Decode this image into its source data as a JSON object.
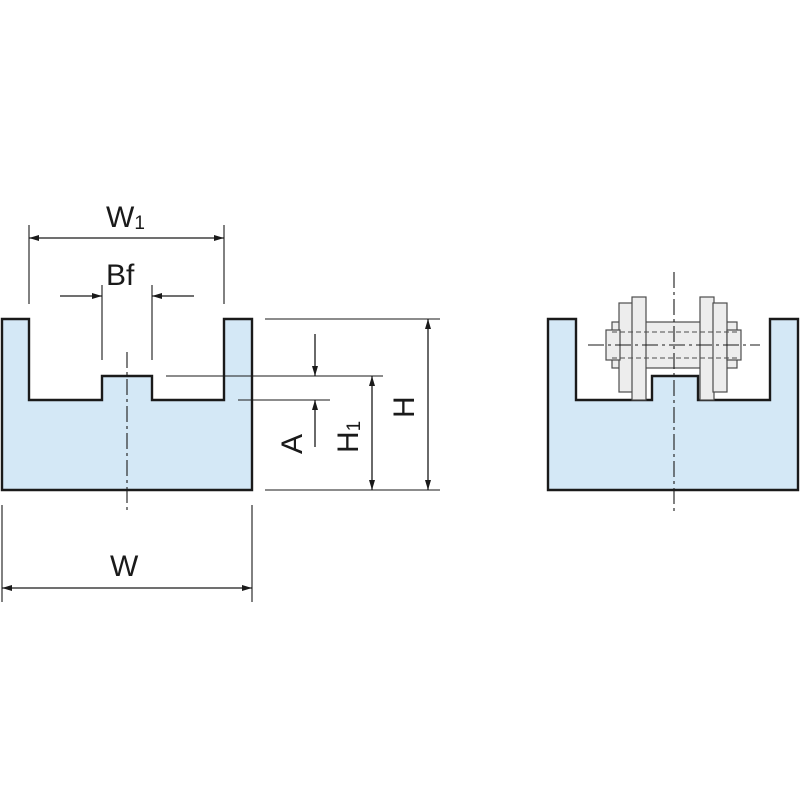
{
  "labels": {
    "w1": {
      "main": "W",
      "sub": "1"
    },
    "bf": "Bf",
    "w": "W",
    "a": "A",
    "h1": {
      "main": "H",
      "sub": "1"
    },
    "h": "H"
  },
  "colors": {
    "profile_fill": "#d4e8f6",
    "outline": "#1a1a1a",
    "chain_fill": "#ededed"
  }
}
